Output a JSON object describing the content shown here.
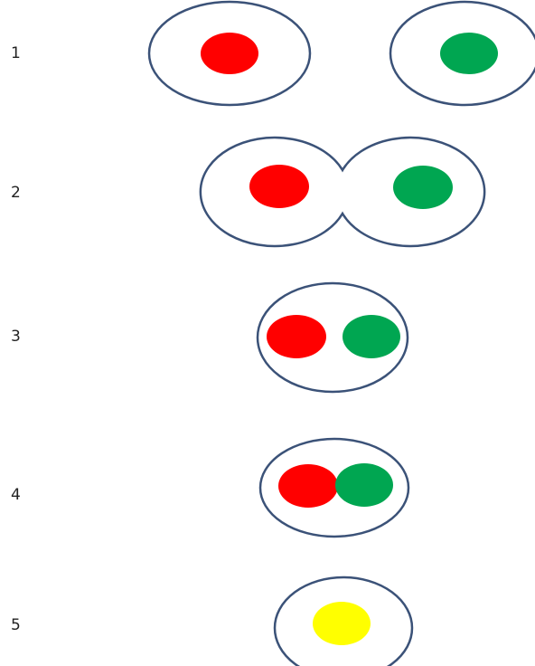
{
  "colors": {
    "membrane": "#3b5278",
    "nucleus_a": "#ff0000",
    "nucleus_b": "#00a651",
    "nucleus_fused": "#ffff00"
  },
  "steps": [
    {
      "label": "1",
      "stage": "separate-cells"
    },
    {
      "label": "2",
      "stage": "membrane-fusion"
    },
    {
      "label": "3",
      "stage": "single-cell-two-nuclei"
    },
    {
      "label": "4",
      "stage": "nuclei-touching"
    },
    {
      "label": "5",
      "stage": "single-fused-nucleus"
    }
  ]
}
